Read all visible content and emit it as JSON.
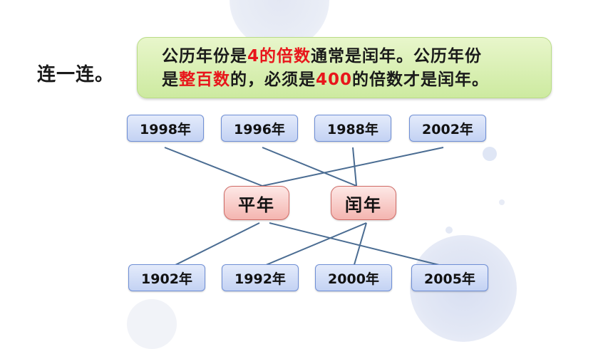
{
  "instruction": "连一连。",
  "tip": {
    "line1_prefix": "公历年份是",
    "line1_highlight": "4的倍数",
    "line1_suffix": "通常是闰年。公历年份",
    "line2_prefix": "是",
    "line2_highlight1": "整百数",
    "line2_middle": "的，必须是",
    "line2_highlight2": "400",
    "line2_suffix": "的倍数才是闰年。"
  },
  "top_years": [
    "1998年",
    "1996年",
    "1988年",
    "2002年"
  ],
  "categories": {
    "common": "平年",
    "leap": "闰年"
  },
  "bottom_years": [
    "1902年",
    "1992年",
    "2000年",
    "2005年"
  ],
  "colors": {
    "highlight": "#e8161b",
    "year_box": "#c3d2f3",
    "category_box": "#f4b5b0",
    "tip_box": "#cdeaa0",
    "connector": "#4a6c92"
  }
}
